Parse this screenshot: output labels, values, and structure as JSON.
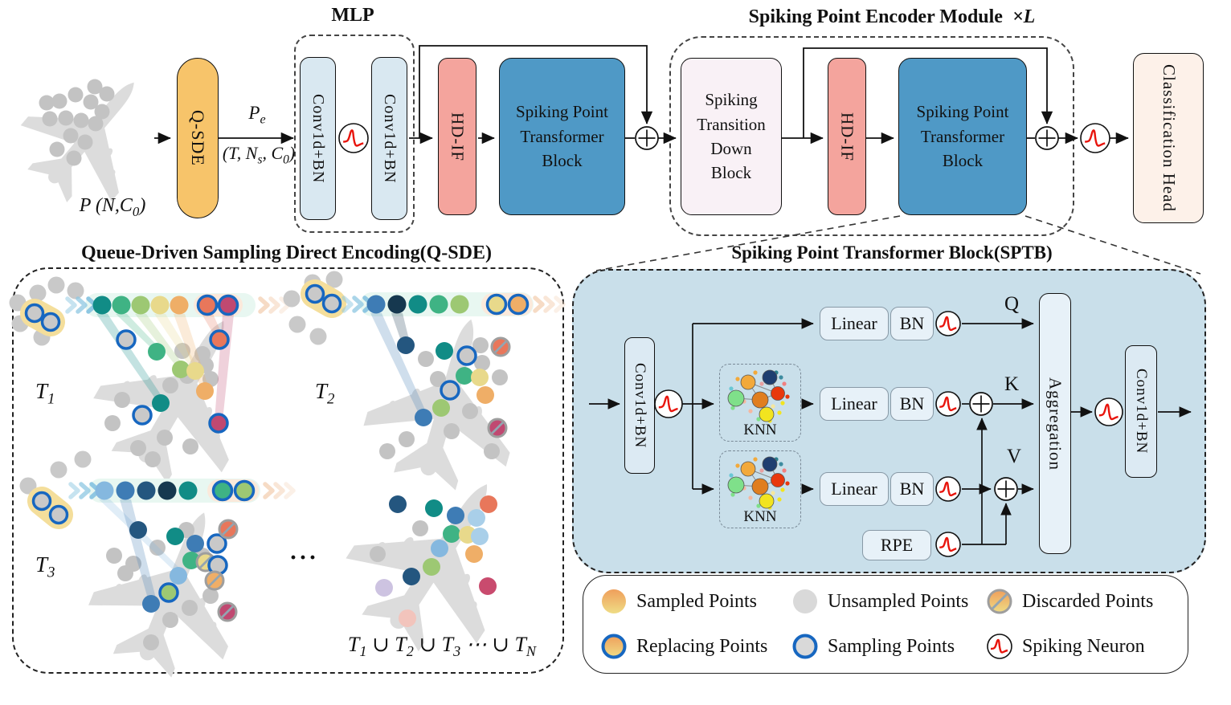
{
  "pipeline": {
    "input_label": {
      "segs": [
        {
          "t": "P (N,C"
        },
        {
          "s": "0"
        },
        {
          "t": ")"
        }
      ]
    },
    "qsde_label": "Q-SDE",
    "pe_label": {
      "segs": [
        {
          "t": "P"
        },
        {
          "s": "e"
        }
      ]
    },
    "tnc_label": {
      "segs": [
        {
          "t": "(T, N"
        },
        {
          "s": "s"
        },
        {
          "t": ", C"
        },
        {
          "s": "0"
        },
        {
          "t": ")"
        }
      ]
    },
    "mlp_title": "MLP",
    "conv_bn_label": "Conv1d+BN",
    "hdif_label": "HD-IF",
    "sptb_label": "Spiking Point Transformer Block",
    "encoder_title": "Spiking Point Encoder Module",
    "encoder_mult": {
      "segs": [
        {
          "t": "×"
        },
        {
          "t": "L",
          "it": true
        }
      ]
    },
    "stdb_label": "Spiking Transition Down Block",
    "cls_label": "Classification Head"
  },
  "sptb": {
    "title": "Spiking Point Transformer Block(SPTB)",
    "conv_bn_label": "Conv1d+BN",
    "linear_label": "Linear",
    "bn_label": "BN",
    "knn_label": "KNN",
    "rpe_label": "RPE",
    "agg_label": "Aggregation",
    "q_label": "Q",
    "k_label": "K",
    "v_label": "V"
  },
  "qsde": {
    "title": "Queue-Driven Sampling Direct Encoding(Q-SDE)",
    "t1_label": {
      "segs": [
        {
          "t": "T"
        },
        {
          "s": "1"
        }
      ]
    },
    "t2_label": {
      "segs": [
        {
          "t": "T"
        },
        {
          "s": "2"
        }
      ]
    },
    "t3_label": {
      "segs": [
        {
          "t": "T"
        },
        {
          "s": "3"
        }
      ]
    },
    "dots_label": "···",
    "union_label": {
      "segs": [
        {
          "t": "T"
        },
        {
          "s": "1"
        },
        {
          "t": " ∪ T"
        },
        {
          "s": "2"
        },
        {
          "t": " ∪ T"
        },
        {
          "s": "3"
        },
        {
          "t": " ⋯ ∪ T"
        },
        {
          "s": "N"
        }
      ]
    },
    "queues": {
      "t1": [
        {
          "c": "teal"
        },
        {
          "c": "green"
        },
        {
          "c": "lightgreen"
        },
        {
          "c": "yellow"
        },
        {
          "c": "orange"
        },
        {
          "c": "salmon",
          "ring": true
        },
        {
          "c": "magenta",
          "ring": true
        }
      ],
      "t2": [
        {
          "c": "steel"
        },
        {
          "c": "darknavy"
        },
        {
          "c": "teal"
        },
        {
          "c": "green"
        },
        {
          "c": "lightgreen"
        },
        {
          "c": "yellow",
          "ring": true
        },
        {
          "c": "orange",
          "ring": true
        }
      ],
      "t3": [
        {
          "c": "sky"
        },
        {
          "c": "steel"
        },
        {
          "c": "navy"
        },
        {
          "c": "darknavy"
        },
        {
          "c": "teal"
        },
        {
          "c": "green",
          "ring": true
        },
        {
          "c": "lightgreen",
          "ring": true
        }
      ]
    }
  },
  "legend": {
    "items": [
      {
        "icon": "sampled-point",
        "label": "Sampled Points"
      },
      {
        "icon": "unsampled-point",
        "label": "Unsampled Points"
      },
      {
        "icon": "discarded-point",
        "label": "Discarded Points"
      },
      {
        "icon": "replacing-point",
        "label": "Replacing Points"
      },
      {
        "icon": "sampling-point",
        "label": "Sampling Points"
      },
      {
        "icon": "spiking-neuron",
        "label": "Spiking Neuron"
      }
    ]
  },
  "colors": {
    "qsde_block": "#F7C46A",
    "conv_block": "#D9E8F1",
    "hdif_block": "#F4A49D",
    "sptb_block": "#4F99C6",
    "stdb_block": "#F9F1F6",
    "cls_block": "#FDF1E9",
    "panel_bg": "#C9DFEA",
    "inner_block": "#E7F1F8",
    "spike_red": "#E8140C",
    "ring_blue": "#1767C0",
    "discard_ring": "#9E9E9E",
    "slash": "#93A5B1",
    "plane": "#DCDCDC",
    "plane_dot": "#C3C3C3",
    "gray": "#C9C9C9",
    "teal": "#118C86",
    "green": "#3FB384",
    "lightgreen": "#9DC873",
    "yellow": "#E8D98B",
    "orange": "#EFAE67",
    "salmon": "#E8775B",
    "magenta": "#C04971",
    "steel": "#3E7CB5",
    "navy": "#24567F",
    "darknavy": "#16384F",
    "sky": "#85B8DF",
    "lightblue": "#A9CFE9",
    "crimson": "#C94B6E",
    "lavender": "#CDC3E1",
    "pink": "#F2C4BC",
    "mint_pill": "#E8F7F1",
    "peach_pill": "#FBE9DB",
    "yellow_pill": "#F4DE9B",
    "chev_blue": "#8EC7E2",
    "chev_peach": "#F6D9C2",
    "grad_top": "#EF9F5B",
    "grad_bottom": "#EFDC85"
  }
}
